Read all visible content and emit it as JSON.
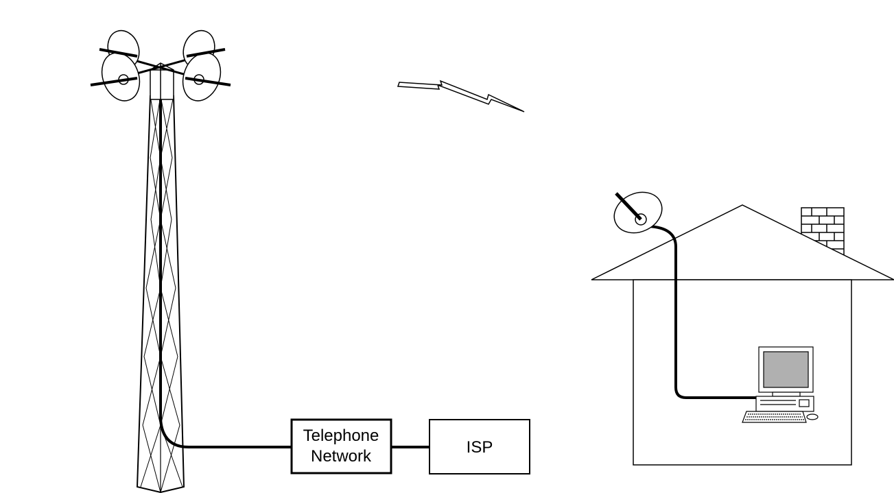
{
  "boxes": {
    "telephone_network": {
      "line1": "Telephone",
      "line2": "Network"
    },
    "isp": {
      "label": "ISP"
    }
  },
  "icons": [
    "cell-tower-icon",
    "dish-antenna-icon",
    "wireless-signal-icon",
    "house-icon",
    "chimney-icon",
    "computer-icon"
  ],
  "colors": {
    "stroke": "#000000",
    "background": "#ffffff",
    "screen": "#b0b0b0"
  }
}
